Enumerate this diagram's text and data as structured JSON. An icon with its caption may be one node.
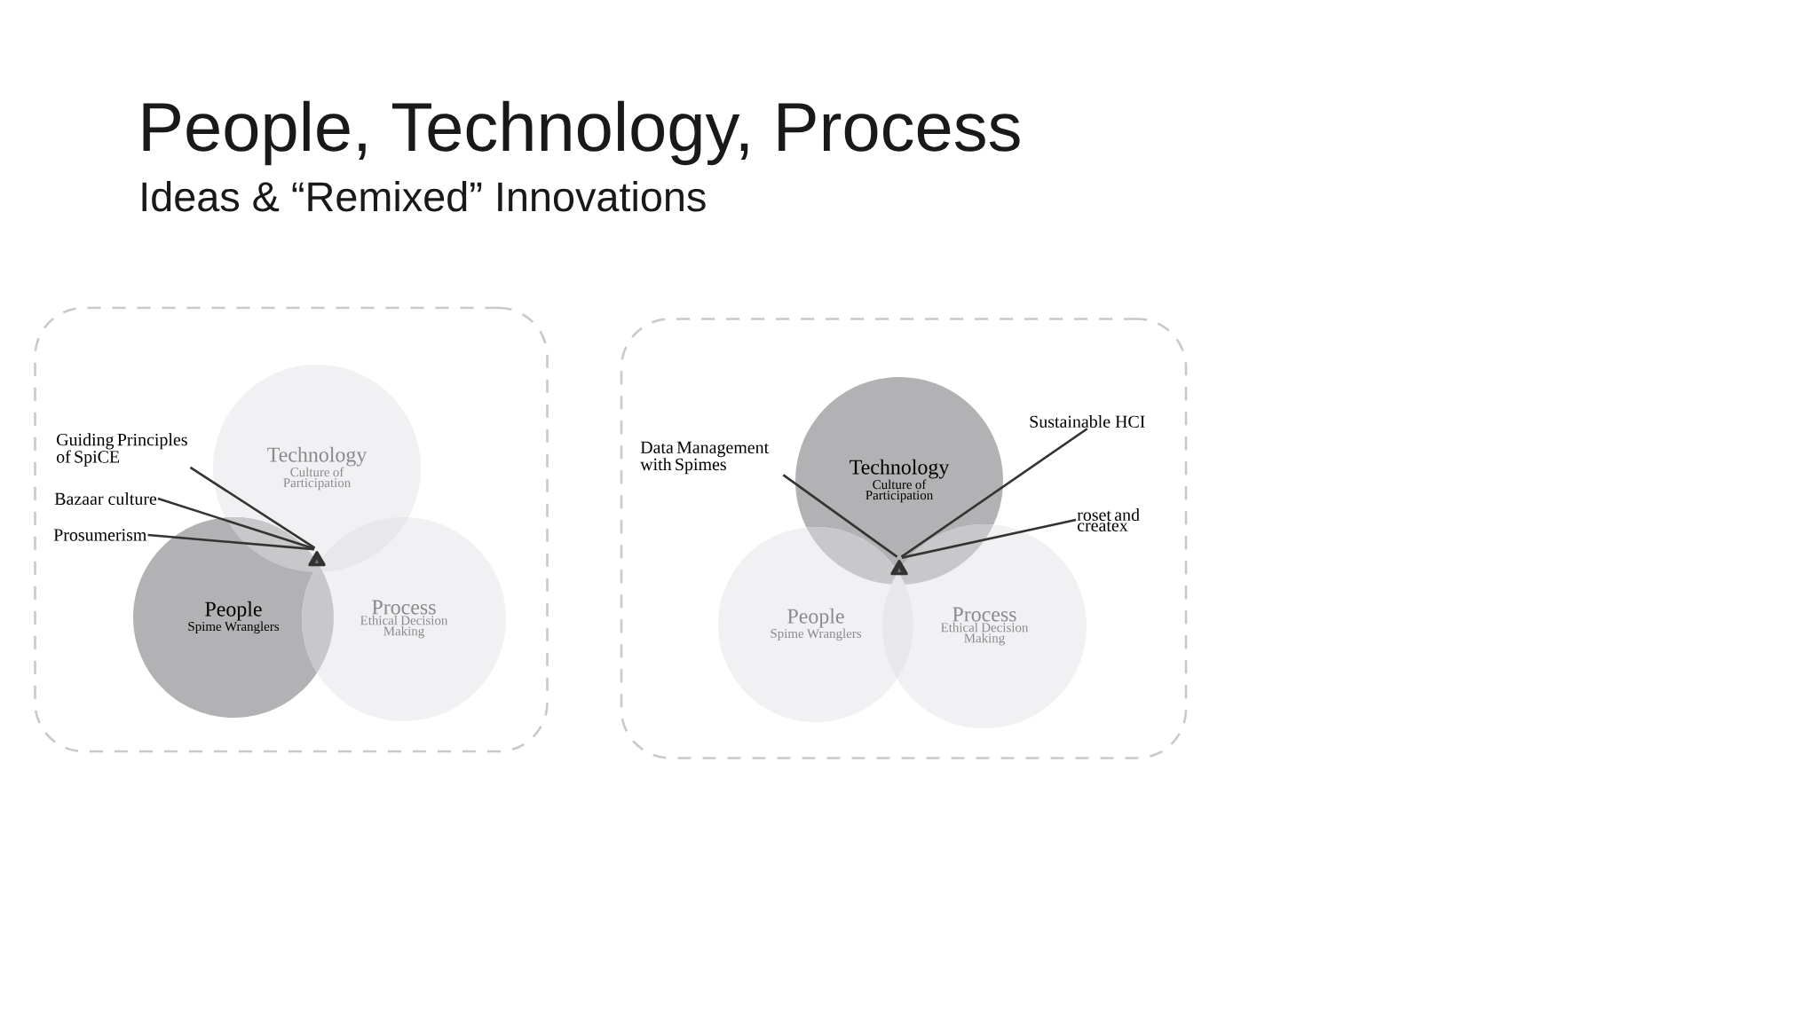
{
  "diagram": {
    "title": "People, Technology, Process",
    "nodes": [
      {
        "text": [],
        "shape": "box"
      },
      {
        "text": [
          "Technology",
          "Culture of Participation"
        ],
        "in": 0
      },
      {
        "text": [
          "People",
          "Spime Wranglers"
        ],
        "in": 0
      },
      {
        "text": [
          "Process",
          "Ethical Decision Making"
        ],
        "in": 0
      },
      {
        "text": [],
        "shape": "triangle",
        "in": 1
      },
      {
        "text": [
          "Guiding Principles of SpiCE"
        ],
        "in": 0
      },
      {
        "text": [
          "Bazaar culture"
        ],
        "in": 0
      },
      {
        "text": [
          "Prosumerism"
        ],
        "in": 0
      },
      {
        "text": [],
        "shape": "box"
      },
      {
        "text": [
          "Technology",
          "Culture of Participation"
        ],
        "in": 8
      },
      {
        "text": [
          "People",
          "Spime Wranglers"
        ],
        "in": 8
      },
      {
        "text": [
          "Process",
          "Ethical Decision Making"
        ],
        "in": 8
      },
      {
        "text": [],
        "shape": "triangle",
        "in": 9
      },
      {
        "text": [
          "Data Management with Spimes"
        ],
        "in": 8
      },
      {
        "text": [
          "Sustainable HCI"
        ],
        "in": 8
      },
      {
        "text": [
          "roset and createx"
        ],
        "in": 8
      }
    ],
    "edges": [
      {
        "from": 5,
        "to": 4,
        "arrow": "none"
      },
      {
        "from": 6,
        "to": 4,
        "arrow": "none"
      },
      {
        "from": 7,
        "to": 4,
        "arrow": "none"
      },
      {
        "from": 13,
        "to": 12,
        "arrow": "none"
      },
      {
        "from": 14,
        "to": 12,
        "arrow": "none"
      },
      {
        "from": 15,
        "to": 12,
        "arrow": "none"
      }
    ],
    "labels": [
      "Ideas & “Remixed” Innovations"
    ]
  }
}
